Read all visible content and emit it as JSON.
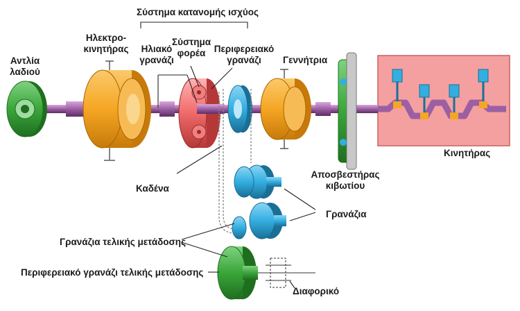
{
  "labels": {
    "oil_pump": [
      "Αντλία",
      "λαδιού"
    ],
    "electric_motor": [
      "Ηλεκτρο-",
      "κινητήρας"
    ],
    "power_split": "Σύστημα κατανομής ισχύος",
    "sun_gear": [
      "Ηλιακό",
      "γρανάζι"
    ],
    "carrier": [
      "Σύστημα",
      "φορέα"
    ],
    "ring_gear": [
      "Περιφερειακό",
      "γρανάζι"
    ],
    "generator": "Γεννήτρια",
    "engine": "Κινητήρας",
    "chain": "Καδένα",
    "damper": [
      "Αποσβεστήρας",
      "κιβωτίου"
    ],
    "gears": "Γρανάζια",
    "final_drive_gears": "Γρανάζια τελικής μετάδοσης",
    "final_drive_ring": "Περιφερειακό γρανάζι τελικής μετάδοσης",
    "differential": "Διαφορικό"
  },
  "colors": {
    "pump_green": "#3aa63a",
    "motor_orange": "#f5a623",
    "planetary_red": "#f06a6a",
    "gear_blue": "#33aee0",
    "shaft_purple": "#9c5fa3",
    "engine_bg": "#f4a0a0",
    "final_green": "#2fb04a"
  }
}
